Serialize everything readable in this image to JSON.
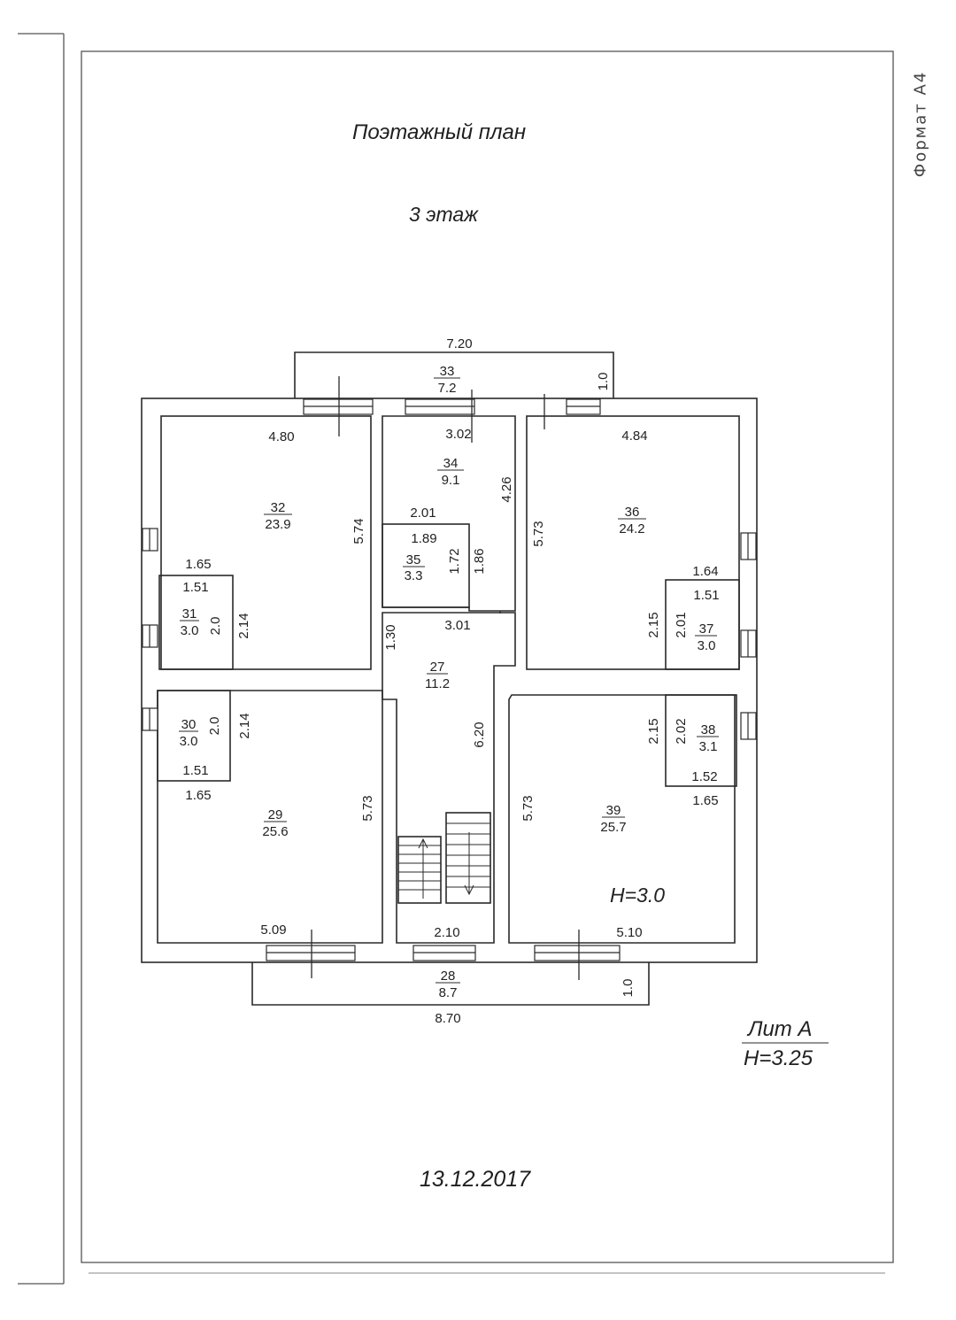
{
  "header": {
    "title": "Поэтажный план",
    "floor": "3 этаж",
    "format": "Формат А4"
  },
  "footer": {
    "date": "13.12.2017",
    "lit": "Лит А",
    "lit_height": "H=3.25"
  },
  "plan": {
    "ceiling_height": "H=3.0",
    "rooms": [
      {
        "id": "r33",
        "number": "33",
        "area": "7.2"
      },
      {
        "id": "r34",
        "number": "34",
        "area": "9.1"
      },
      {
        "id": "r32",
        "number": "32",
        "area": "23.9"
      },
      {
        "id": "r36",
        "number": "36",
        "area": "24.2"
      },
      {
        "id": "r35",
        "number": "35",
        "area": "3.3"
      },
      {
        "id": "r31",
        "number": "31",
        "area": "3.0"
      },
      {
        "id": "r37",
        "number": "37",
        "area": "3.0"
      },
      {
        "id": "r27",
        "number": "27",
        "area": "11.2"
      },
      {
        "id": "r30",
        "number": "30",
        "area": "3.0"
      },
      {
        "id": "r38",
        "number": "38",
        "area": "3.1"
      },
      {
        "id": "r29",
        "number": "29",
        "area": "25.6"
      },
      {
        "id": "r39",
        "number": "39",
        "area": "25.7"
      },
      {
        "id": "r28",
        "number": "28",
        "area": "8.7"
      }
    ],
    "dims": {
      "balcony_top_width": "7.20",
      "balcony_top_depth": "1.0",
      "r32_width": "4.80",
      "r32_height": "5.74",
      "r34_width": "3.02",
      "r34_height": "4.26",
      "r36_width": "4.84",
      "r36_height": "5.73",
      "r35_top": "2.01",
      "r35_width": "1.89",
      "r35_h1": "1.72",
      "r35_h2": "1.86",
      "r31_top": "1.65",
      "r31_width": "1.51",
      "r31_h1": "2.0",
      "r31_h2": "2.14",
      "r37_top": "1.64",
      "r37_width": "1.51",
      "r37_h1": "2.15",
      "r37_h2": "2.01",
      "r27_width": "3.01",
      "r27_small": "1.30",
      "r27_height": "6.20",
      "r30_h1": "2.0",
      "r30_h2": "2.14",
      "r30_width": "1.51",
      "r30_bottom": "1.65",
      "r38_h1": "2.15",
      "r38_h2": "2.02",
      "r38_width": "1.52",
      "r38_bottom": "1.65",
      "r29_height": "5.73",
      "r29_width": "5.09",
      "r39_height": "5.73",
      "r39_width": "5.10",
      "stair_width": "2.10",
      "balcony_bottom_depth": "1.0",
      "balcony_bottom_width": "8.70"
    }
  }
}
